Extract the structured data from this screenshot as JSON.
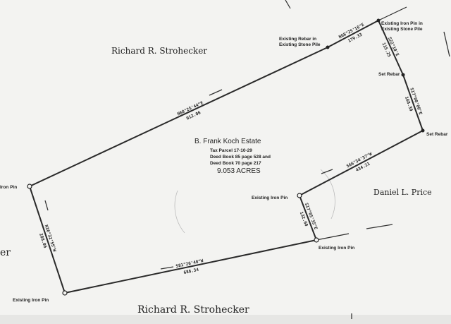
{
  "neighbors": {
    "top": "Richard R. Strohecker",
    "bottom": "Richard R. Strohecker",
    "right": "Daniel L. Price",
    "left_partial": "er"
  },
  "parcel": {
    "name": "B. Frank Koch Estate",
    "tax_parcel": "Tax Parcel 17-10-29",
    "deed_1": "Deed Book 85 page 528 and",
    "deed_2": "Deed Book 70 page 217",
    "area": "9.053 ACRES"
  },
  "monuments": {
    "iron_pin_west": "Iron Pin",
    "rebar_north": "Existing Rebar in",
    "rebar_north_2": "Existing Stone Pile",
    "iron_pin_ne": "Existing Iron Pin in",
    "iron_pin_ne_2": "Existing Stone Pile",
    "set_rebar_1": "Set Rebar",
    "set_rebar_2": "Set Rebar",
    "iron_pin_inner": "Existing Iron Pin",
    "iron_pin_south": "Existing Iron Pin",
    "iron_pin_sw": "Existing Iron Pin"
  },
  "courses": {
    "north_bearing": "N68°25'44\"E",
    "north_distance": "912.06",
    "ne_bearing": "N68°25'16\"E",
    "ne_distance": "179.33",
    "east1_bearing": "S22°10'E",
    "east1_distance": "115.25",
    "east2_bearing": "S17°00'00\"E",
    "east2_distance": "168.30",
    "se_bearing": "S66°34'37\"W",
    "se_distance": "434.21",
    "inner_bearing": "S17°05'35\"E",
    "inner_distance": "132.60",
    "south_bearing": "S81°26'48\"W",
    "south_distance": "688.34",
    "west_bearing": "N16°32'55\"W",
    "west_distance": "288.06"
  }
}
